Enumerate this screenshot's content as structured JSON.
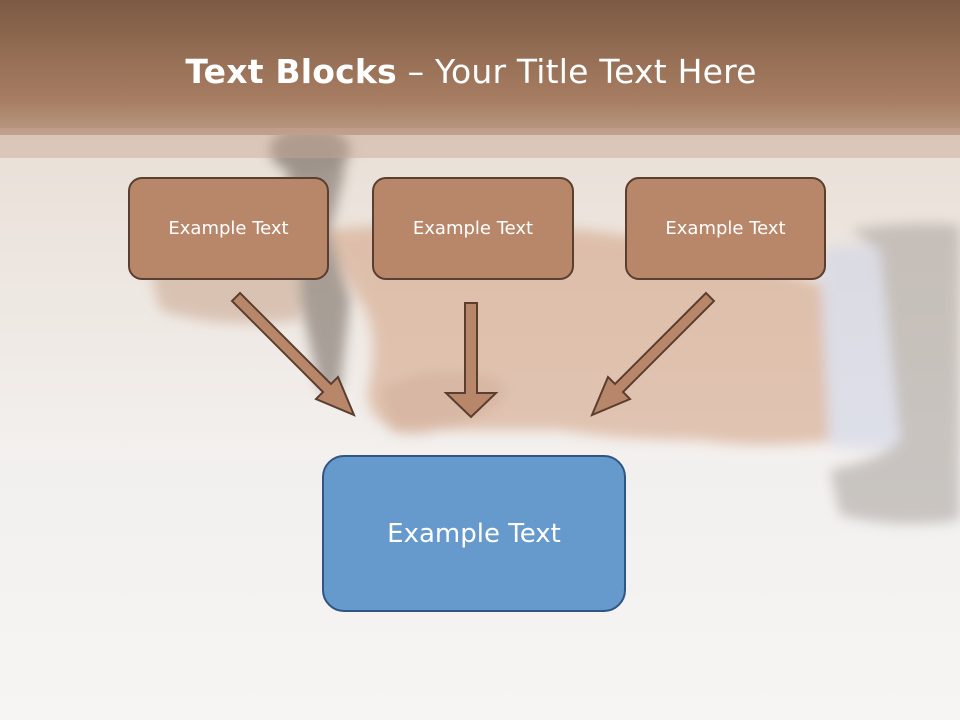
{
  "slide": {
    "title_bold": "Text Blocks",
    "title_rest": " – Your Title Text Here"
  },
  "boxes": {
    "top_left": "Example Text",
    "top_center": "Example Text",
    "top_right": "Example Text",
    "bottom": "Example Text"
  },
  "colors": {
    "header_brown": "#8a6249",
    "box_brown": "#b8876a",
    "box_border": "#5a3e30",
    "box_blue": "#6699cc",
    "box_blue_border": "#2f5583"
  }
}
